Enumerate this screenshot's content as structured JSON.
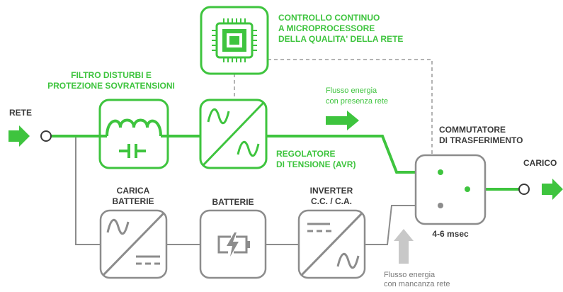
{
  "labels": {
    "rete": "RETE",
    "carico": "CARICO",
    "filtro": "FILTRO DISTURBI E\nPROTEZIONE SOVRATENSIONI",
    "controllo": "CONTROLLO CONTINUO\nA MICROPROCESSORE\nDELLA QUALITA' DELLA RETE",
    "regolatore": "REGOLATORE\nDI TENSIONE (AVR)",
    "flusso_rete": "Flusso energia\ncon presenza rete",
    "commutatore": "COMMUTATORE\nDI TRASFERIMENTO",
    "carica_batterie": "CARICA\nBATTERIE",
    "batterie": "BATTERIE",
    "inverter": "INVERTER\nC.C. / C.A.",
    "tempo": "4-6 msec",
    "flusso_mancanza": "Flusso energia\ncon mancanza rete"
  },
  "icons": {
    "microprocessor": "microprocessor-icon",
    "filter": "inductor-capacitor-icon",
    "avr": "ac-ac-converter-icon",
    "charger": "ac-dc-converter-icon",
    "battery": "battery-icon",
    "inverter": "dc-ac-converter-icon",
    "switch": "transfer-switch-icon"
  },
  "colors": {
    "active": "#3ec43e",
    "inactive": "#8c8c8c",
    "text_dark": "#3a3a3a"
  }
}
